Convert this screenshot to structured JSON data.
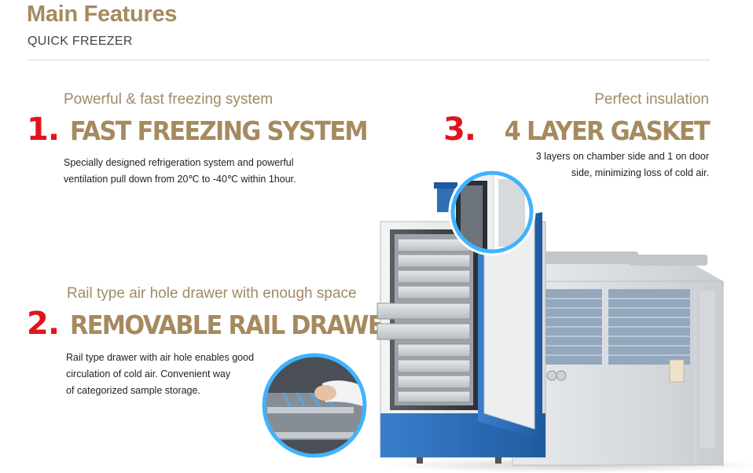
{
  "header": {
    "title": "Main Features",
    "subtitle": "QUICK FREEZER"
  },
  "features": [
    {
      "subtitle": "Powerful & fast freezing system",
      "number": "1.",
      "name": "FAST FREEZING SYSTEM",
      "description_lines": [
        "Specially designed refrigeration system and powerful",
        "ventilation pull down from 20℃ to -40℃ within 1hour."
      ]
    },
    {
      "subtitle": "Rail type air hole drawer with enough space",
      "number": "2.",
      "name": "REMOVABLE RAIL DRAWER",
      "description_lines": [
        "Rail type drawer with air hole enables good",
        "circulation of cold air. Convenient way",
        "of categorized sample storage."
      ]
    },
    {
      "subtitle": "Perfect insulation",
      "number": "3.",
      "name": "4 LAYER GASKET",
      "description_lines": [
        "3 layers on chamber side and 1 on door",
        "side, minimizing loss of cold air."
      ]
    }
  ],
  "colors": {
    "accent_gold": "#a58a5f",
    "number_red": "#e3131b",
    "freezer_blue": "#2f6fb8",
    "highlight_ring": "#3fb3ff"
  }
}
